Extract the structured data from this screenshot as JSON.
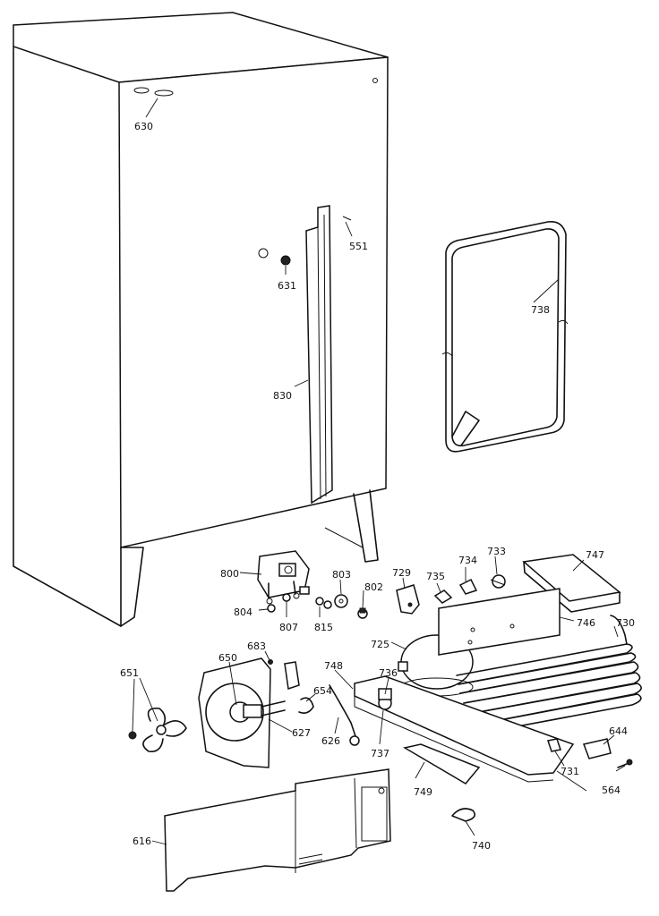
{
  "labels": {
    "l630": "630",
    "l551": "551",
    "l631": "631",
    "l738": "738",
    "l830": "830",
    "l800": "800",
    "l803": "803",
    "l802": "802",
    "l804": "804",
    "l807": "807",
    "l815": "815",
    "l729": "729",
    "l735": "735",
    "l734": "734",
    "l733": "733",
    "l747": "747",
    "l746": "746",
    "l730": "730",
    "l725": "725",
    "l683": "683",
    "l650": "650",
    "l748": "748",
    "l736": "736",
    "l654": "654",
    "l651": "651",
    "l627": "627",
    "l626": "626",
    "l737": "737",
    "l731": "731",
    "l644": "644",
    "l564": "564",
    "l749": "749",
    "l616": "616",
    "l740": "740"
  }
}
